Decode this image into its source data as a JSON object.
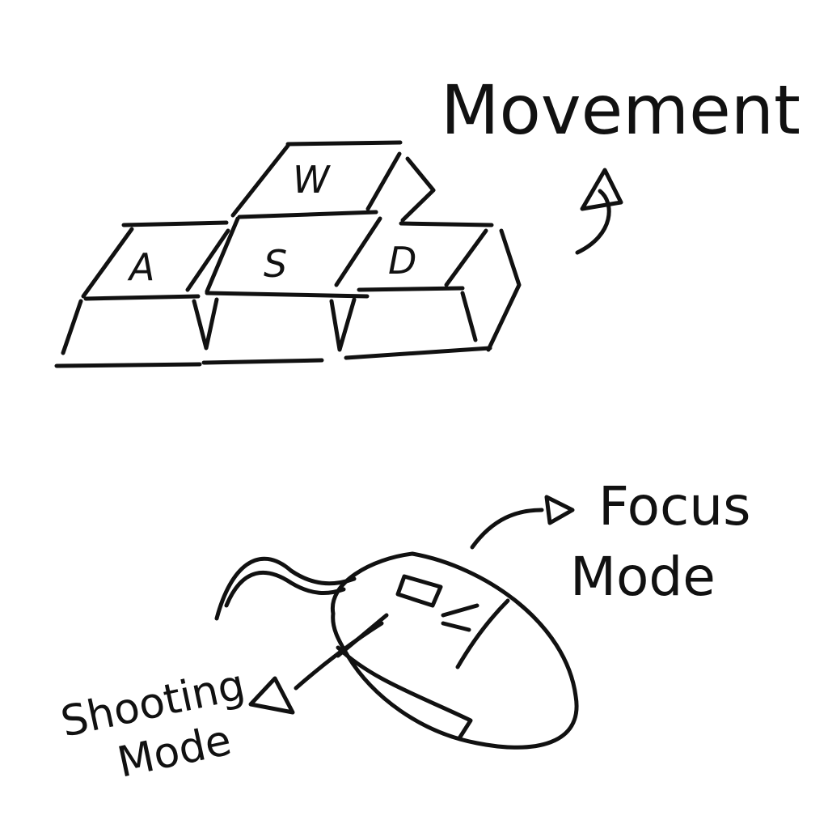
{
  "keyboard": {
    "keys": {
      "w": "W",
      "a": "A",
      "s": "S",
      "d": "D"
    },
    "label": "Movement"
  },
  "mouse": {
    "right_button_label_line1": "Focus",
    "right_button_label_line2": "Mode",
    "left_button_label_line1": "Shooting",
    "left_button_label_line2": "Mode"
  }
}
